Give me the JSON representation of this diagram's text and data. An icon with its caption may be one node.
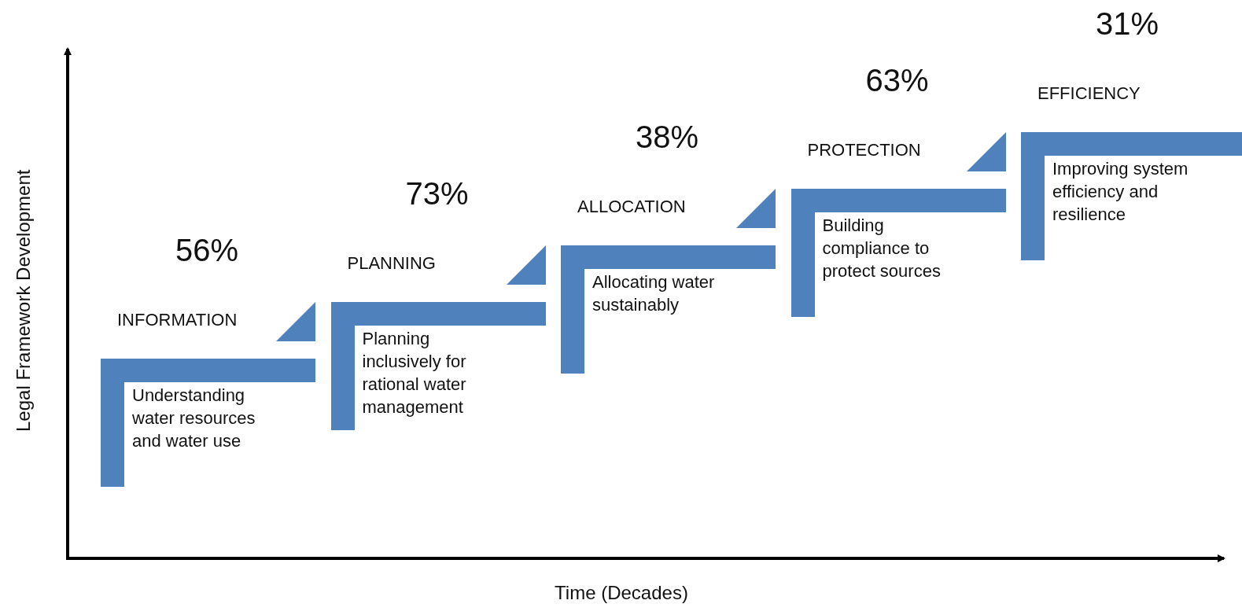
{
  "diagram": {
    "nodes": [
      {
        "text": [
          "INFORMATION",
          "Understanding water resources and water use"
        ],
        "beside": [
          "56%"
        ]
      },
      {
        "text": [
          "PLANNING",
          "Planning inclusively for rational water management"
        ],
        "beside": [
          "73%"
        ]
      },
      {
        "text": [
          "ALLOCATION",
          "Allocating water sustainably"
        ],
        "beside": [
          "38%"
        ]
      },
      {
        "text": [
          "PROTECTION",
          "Building compliance to protect sources"
        ],
        "beside": [
          "63%"
        ]
      },
      {
        "text": [
          "EFFICIENCY",
          "Improving system efficiency and resilience"
        ],
        "beside": [
          "31%"
        ]
      }
    ],
    "labels": [
      "Legal Framework Development",
      "Time (Decades)"
    ]
  }
}
